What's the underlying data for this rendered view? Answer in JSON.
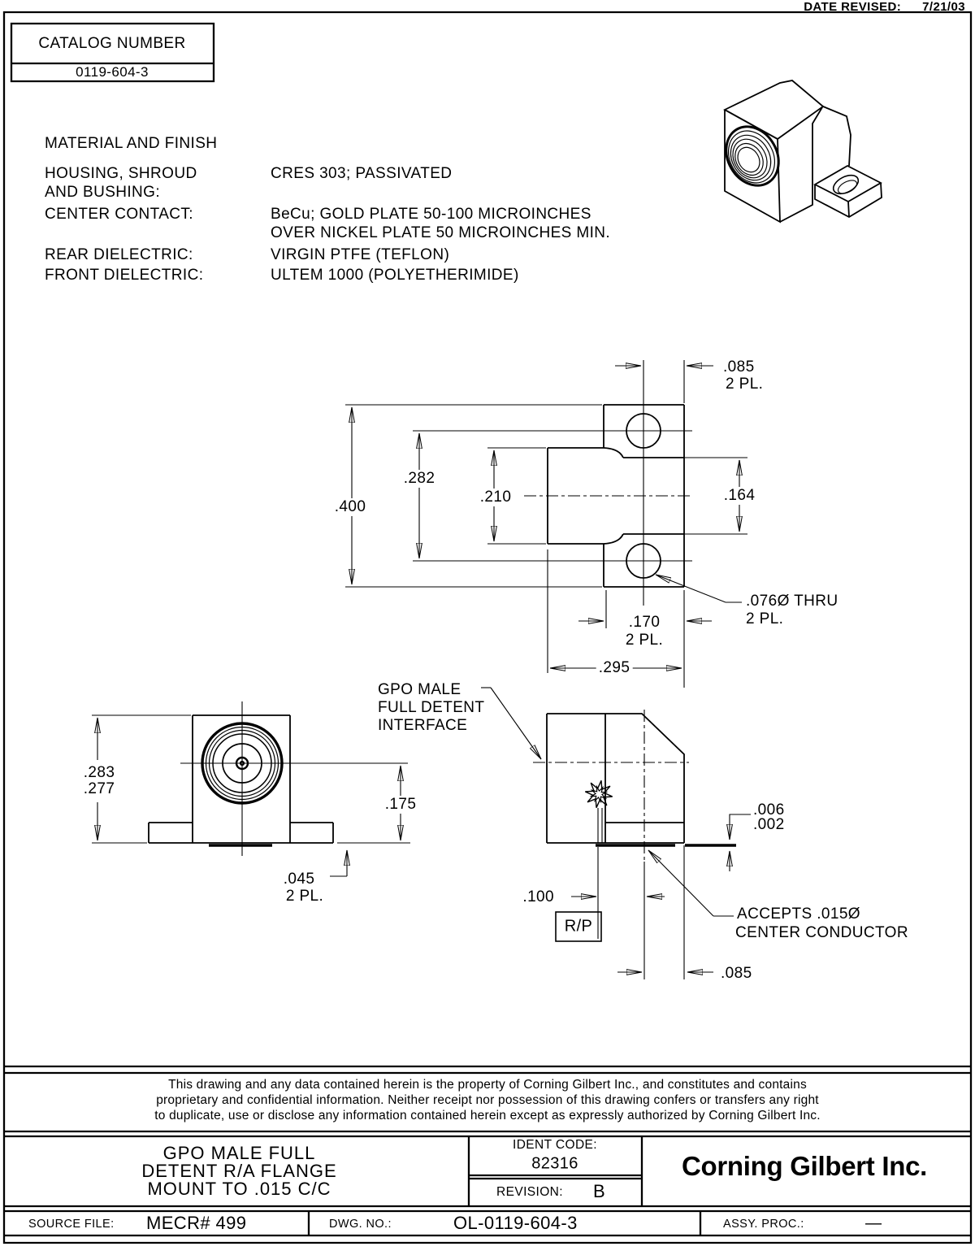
{
  "header": {
    "date_revised_label": "DATE REVISED:",
    "date_revised_value": "7/21/03"
  },
  "catalog": {
    "label": "CATALOG NUMBER",
    "number": "0119-604-3"
  },
  "materials": {
    "title": "MATERIAL AND FINISH",
    "row1_label1": "HOUSING, SHROUD",
    "row1_label2": "AND BUSHING:",
    "row1_value": "CRES 303; PASSIVATED",
    "row2_label": "CENTER CONTACT:",
    "row2_value1": "BeCu; GOLD PLATE 50-100 MICROINCHES",
    "row2_value2": "OVER NICKEL PLATE 50 MICROINCHES MIN.",
    "row3_label": "REAR DIELECTRIC:",
    "row3_value": "VIRGIN PTFE (TEFLON)",
    "row4_label": "FRONT DIELECTRIC:",
    "row4_value": "ULTEM 1000 (POLYETHERIMIDE)"
  },
  "dims": {
    "top": {
      "d085": ".085",
      "d085_pl": "2 PL.",
      "d400": ".400",
      "d282": ".282",
      "d210": ".210",
      "d164": ".164",
      "d076": ".076Ø THRU",
      "d076_pl": "2 PL.",
      "d170": ".170",
      "d170_pl": "2 PL.",
      "d295": ".295"
    },
    "front": {
      "d283": ".283",
      "d277": ".277",
      "d175": ".175",
      "d045": ".045",
      "d045_pl": "2 PL."
    },
    "side": {
      "d006": ".006",
      "d002": ".002",
      "d100": ".100",
      "rp": "R/P",
      "d085": ".085",
      "accepts1": "ACCEPTS .015Ø",
      "accepts2": "CENTER CONDUCTOR",
      "gpo1": "GPO MALE",
      "gpo2": "FULL DETENT",
      "gpo3": "INTERFACE"
    }
  },
  "disclaimer": {
    "line1": "This drawing and any data contained herein is the property of Corning Gilbert Inc., and constitutes and contains",
    "line2": "proprietary and confidential information. Neither receipt nor possession of this drawing confers or transfers any right",
    "line3": "to duplicate, use or disclose any information contained herein except as expressly authorized by Corning Gilbert Inc."
  },
  "title_block": {
    "title_line1": "GPO MALE FULL",
    "title_line2": "DETENT R/A FLANGE",
    "title_line3": "MOUNT TO .015 C/C",
    "ident_code_label": "IDENT CODE:",
    "ident_code_value": "82316",
    "revision_label": "REVISION:",
    "revision_value": "B",
    "company": "Corning Gilbert Inc."
  },
  "footer": {
    "source_file_label": "SOURCE FILE:",
    "source_file_value": "MECR# 499",
    "dwg_no_label": "DWG. NO.:",
    "dwg_no_value": "OL-0119-604-3",
    "assy_proc_label": "ASSY. PROC.:",
    "assy_proc_value": "—"
  }
}
